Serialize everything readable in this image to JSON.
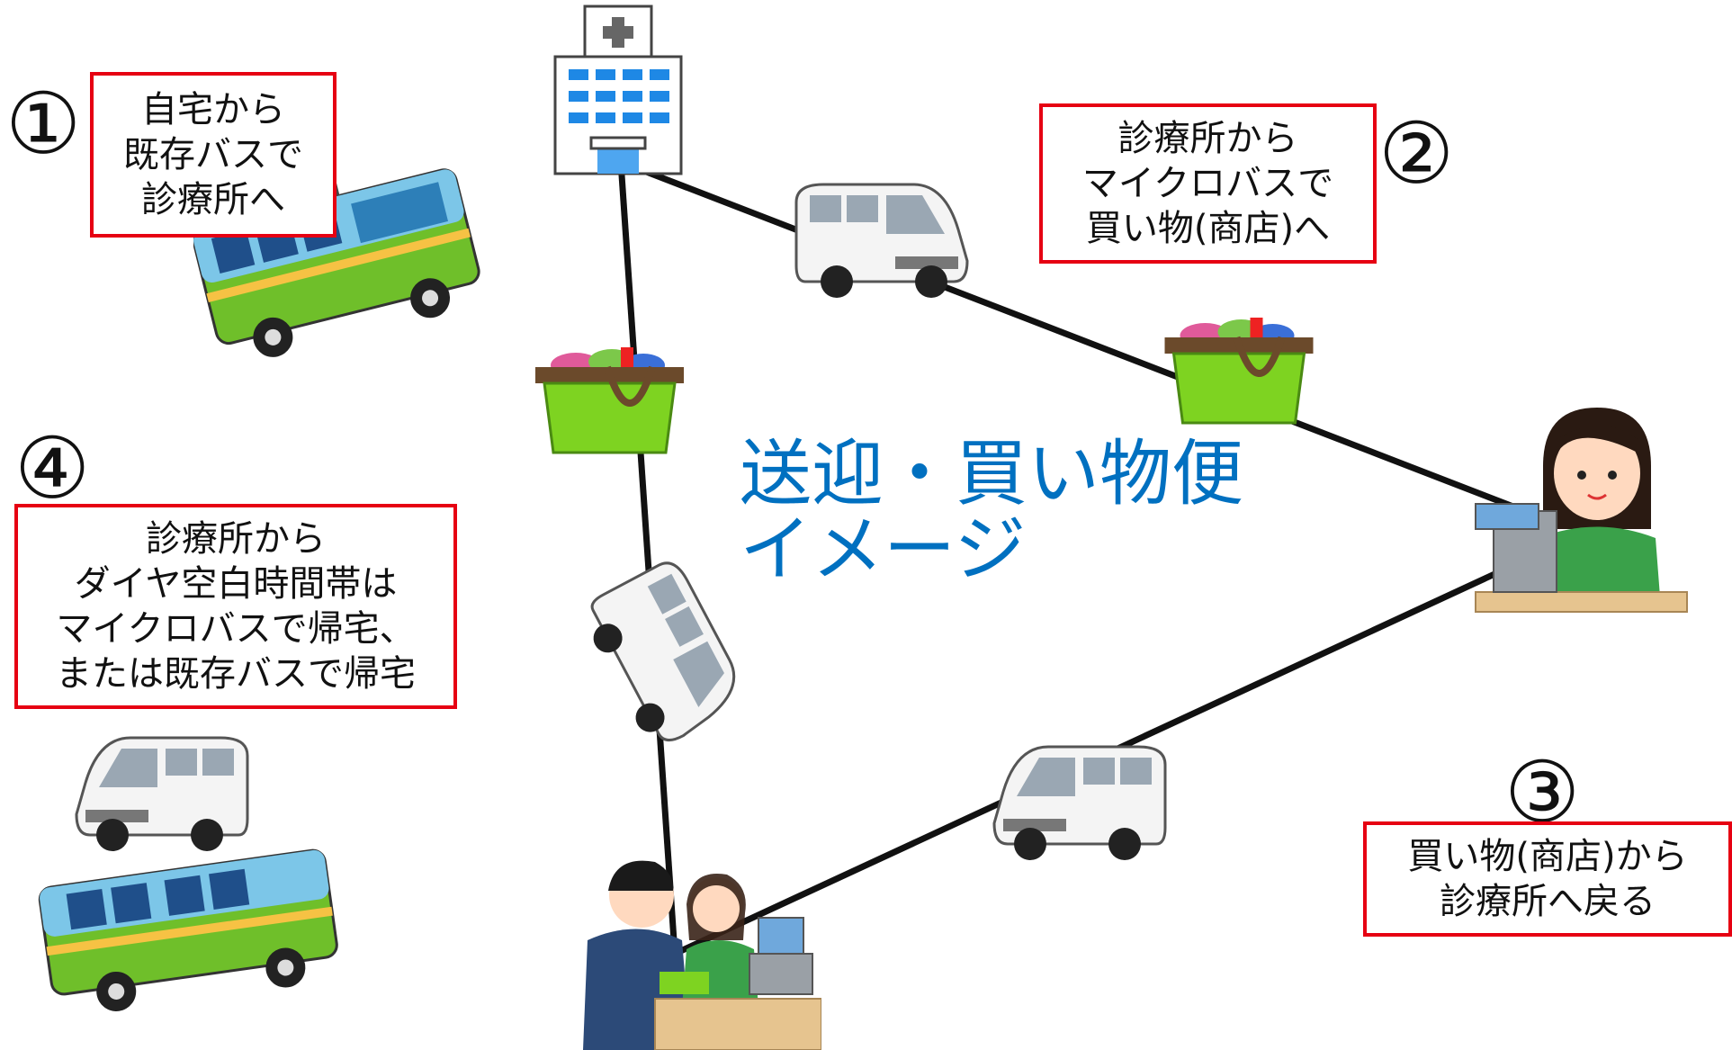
{
  "steps": [
    {
      "number": "①",
      "lines": [
        "自宅から",
        "既存バスで",
        "診療所へ"
      ]
    },
    {
      "number": "②",
      "lines": [
        "診療所から",
        "マイクロバスで",
        "買い物(商店)へ"
      ]
    },
    {
      "number": "③",
      "lines": [
        "買い物(商店)から",
        "診療所へ戻る"
      ]
    },
    {
      "number": "④",
      "lines": [
        "診療所から",
        "ダイヤ空白時間帯は",
        "マイクロバスで帰宅、",
        "または既存バスで帰宅"
      ]
    }
  ],
  "title": {
    "line1": "送迎・買い物便",
    "line2": "イメージ"
  },
  "colors": {
    "box_border": "#e60012",
    "title": "#0070c0",
    "route": "#111111"
  },
  "icons": [
    "clinic-building-icon",
    "route-bus-icon",
    "microbus-icon",
    "shopping-basket-icon",
    "shop-clerk-icon",
    "checkout-counter-icon"
  ]
}
